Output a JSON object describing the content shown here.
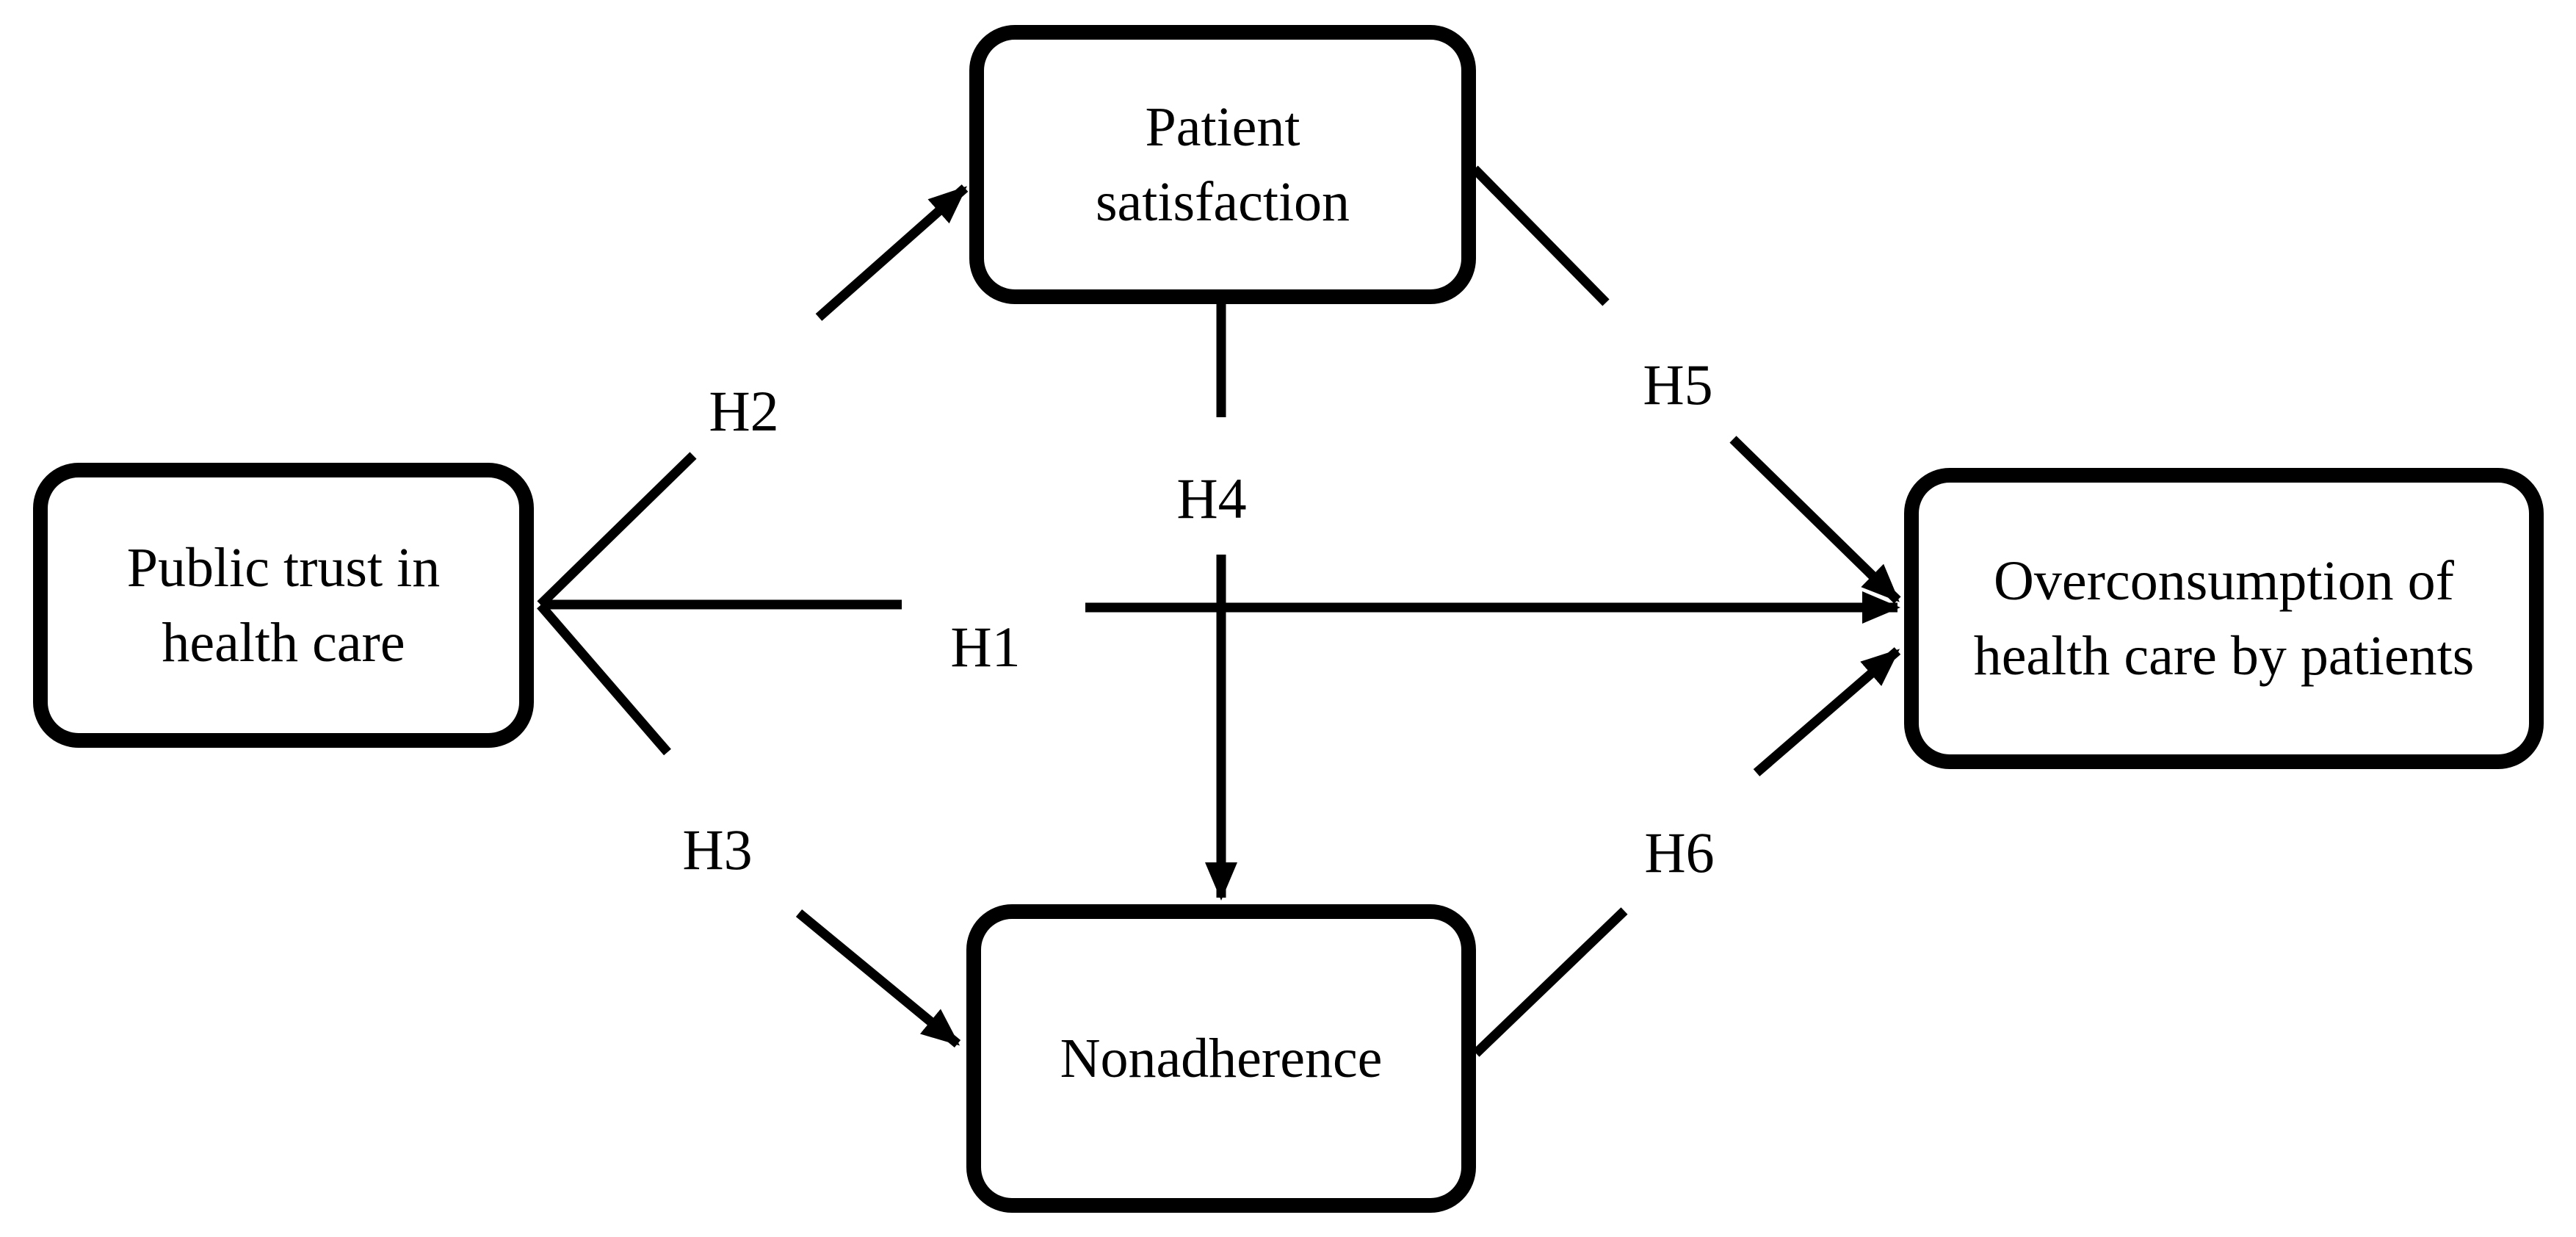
{
  "figure": {
    "background_color": "#ffffff",
    "line_color": "#000000",
    "nodes": {
      "public_trust": {
        "line1": "Public trust in",
        "line2": "health care"
      },
      "patient_satisfaction": {
        "line1": "Patient",
        "line2": "satisfaction"
      },
      "overconsumption": {
        "line1": "Overconsumption of",
        "line2": "health care by patients"
      },
      "nonadherence": {
        "line1": "Nonadherence"
      }
    },
    "edges": {
      "h1": {
        "label": "H1",
        "from": "Public trust in health care",
        "to": "Overconsumption of health care by patients"
      },
      "h2": {
        "label": "H2",
        "from": "Public trust in health care",
        "to": "Patient satisfaction"
      },
      "h3": {
        "label": "H3",
        "from": "Public trust in health care",
        "to": "Nonadherence"
      },
      "h4": {
        "label": "H4",
        "from": "Patient satisfaction",
        "to": "Nonadherence"
      },
      "h5": {
        "label": "H5",
        "from": "Patient satisfaction",
        "to": "Overconsumption of health care by patients"
      },
      "h6": {
        "label": "H6",
        "from": "Nonadherence",
        "to": "Overconsumption of health care by patients"
      }
    }
  }
}
